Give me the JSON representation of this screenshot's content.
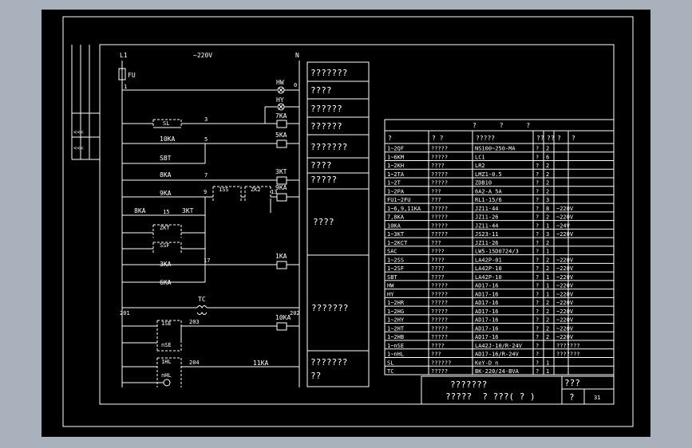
{
  "colors": {
    "background": "#000000",
    "lines": "#ffffff",
    "app_bg": "#a9b1bd"
  },
  "circuit": {
    "phase": "L1",
    "neutral": "N",
    "voltage": "~220V",
    "fuse": "FU",
    "nodes": {
      "n1": "1",
      "n3": "3",
      "n5": "5",
      "n7": "7",
      "n9": "9",
      "n13": "13",
      "n15": "15",
      "n17": "17",
      "n201": "201",
      "n202": "202",
      "n203": "203",
      "n204": "204",
      "n0": "0"
    },
    "devices": {
      "hw": "HW",
      "hy": "HY",
      "ka7": "7KA",
      "ka5": "5KA",
      "ka3": "3KT",
      "ka9": "9KA",
      "ka1": "1KA",
      "ka10": "10KA",
      "sl": "SL",
      "ka10b": "10KA",
      "sbt": "SBT",
      "ka8": "8KA",
      "ka9b": "9KA",
      "ss1": "1SS",
      "zk2": "ZK2",
      "ka8b": "8KA",
      "kt3": "3KT",
      "zkt": "ZKT",
      "ssf": "SSF",
      "ka3b": "3KA",
      "ka6": "6KA",
      "tc": "TC",
      "se1": "1SE",
      "nse": "nSE",
      "hl1": "1HL",
      "nhl": "nHL",
      "ka11": "11KA"
    },
    "labels": [
      {
        "text": "???????"
      },
      {
        "text": "????"
      },
      {
        "text": "??????"
      },
      {
        "text": "??????"
      },
      {
        "text": "???????"
      },
      {
        "text": "????"
      },
      {
        "text": "?????"
      },
      {
        "text": "????"
      },
      {
        "text": "???????"
      },
      {
        "text": "???????"
      },
      {
        "text": "??"
      }
    ]
  },
  "table": {
    "title": "?      ?      ?",
    "headers": [
      "?",
      "?    ?",
      "?????",
      "??",
      "??",
      "?",
      "?"
    ],
    "rows": [
      [
        "1~2QF",
        "?????",
        "NS100~250-MA",
        "?",
        "2",
        ""
      ],
      [
        "1~6KM",
        "?????",
        "LC1",
        "?",
        "6",
        ""
      ],
      [
        "1~2KH",
        "????",
        "LR2",
        "?",
        "2",
        ""
      ],
      [
        "1~2TA",
        "?????",
        "LMZ1-0.5",
        "?",
        "2",
        ""
      ],
      [
        "1~2T",
        "?????",
        "ZDB10",
        "?",
        "2",
        ""
      ],
      [
        "1~2PA",
        "???",
        "6A2-A 5A",
        "?",
        "2",
        ""
      ],
      [
        "FU1~2FU",
        "???",
        "RL1-15/6",
        "?",
        "3",
        ""
      ],
      [
        "1~6,9,11KA",
        "?????",
        "JZ11-44",
        "?",
        "8",
        "~220V"
      ],
      [
        "7,8KA",
        "?????",
        "JZ11-26",
        "?",
        "2",
        "~220V"
      ],
      [
        "10KA",
        "?????",
        "JZ11-44",
        "?",
        "1",
        "~24V"
      ],
      [
        "1~3KT",
        "?????",
        "JS23-11",
        "?",
        "3",
        "~220V"
      ],
      [
        "1~2KCT",
        "???",
        "JZ11-26",
        "?",
        "2",
        ""
      ],
      [
        "SAC",
        "????",
        "LW5-15D0724/3",
        "?",
        "1",
        ""
      ],
      [
        "1~2SS",
        "????",
        "LA42P-01",
        "?",
        "2",
        "~220V"
      ],
      [
        "1~2SF",
        "????",
        "LA42P-10",
        "?",
        "2",
        "~220V"
      ],
      [
        "SBT",
        "????",
        "LA42P-10",
        "?",
        "1",
        "~220V"
      ],
      [
        "HW",
        "?????",
        "AD17-16",
        "?",
        "1",
        "~220V"
      ],
      [
        "HY",
        "?????",
        "AD17-16",
        "?",
        "1",
        "~220V"
      ],
      [
        "1~2HR",
        "?????",
        "AD17-16",
        "?",
        "2",
        "~220V"
      ],
      [
        "1~2HG",
        "?????",
        "AD17-16",
        "?",
        "2",
        "~220V"
      ],
      [
        "1~2HY",
        "?????",
        "AD17-16",
        "?",
        "2",
        "~220V"
      ],
      [
        "1~2HT",
        "?????",
        "AD17-16",
        "?",
        "2",
        "~220V"
      ],
      [
        "1~2HB",
        "?????",
        "AD17-16",
        "?",
        "2",
        "~220V"
      ],
      [
        "1~nSE",
        "????",
        "LA42J-10/R-24V",
        "?",
        "",
        "???????"
      ],
      [
        "1~nHL",
        "???",
        "AD17-16/R-24V",
        "?",
        "",
        "???????"
      ],
      [
        "SL",
        "??????",
        "KeY-D  n",
        "?",
        "1",
        ""
      ],
      [
        "TC",
        "?????",
        "BK-220/24-BVA",
        "?",
        "1",
        ""
      ]
    ]
  },
  "titleblock": {
    "line1": "???????",
    "line2": "?????  ? ???( ? )",
    "cell1": "???",
    "cell2": "?",
    "sheet": "31"
  }
}
